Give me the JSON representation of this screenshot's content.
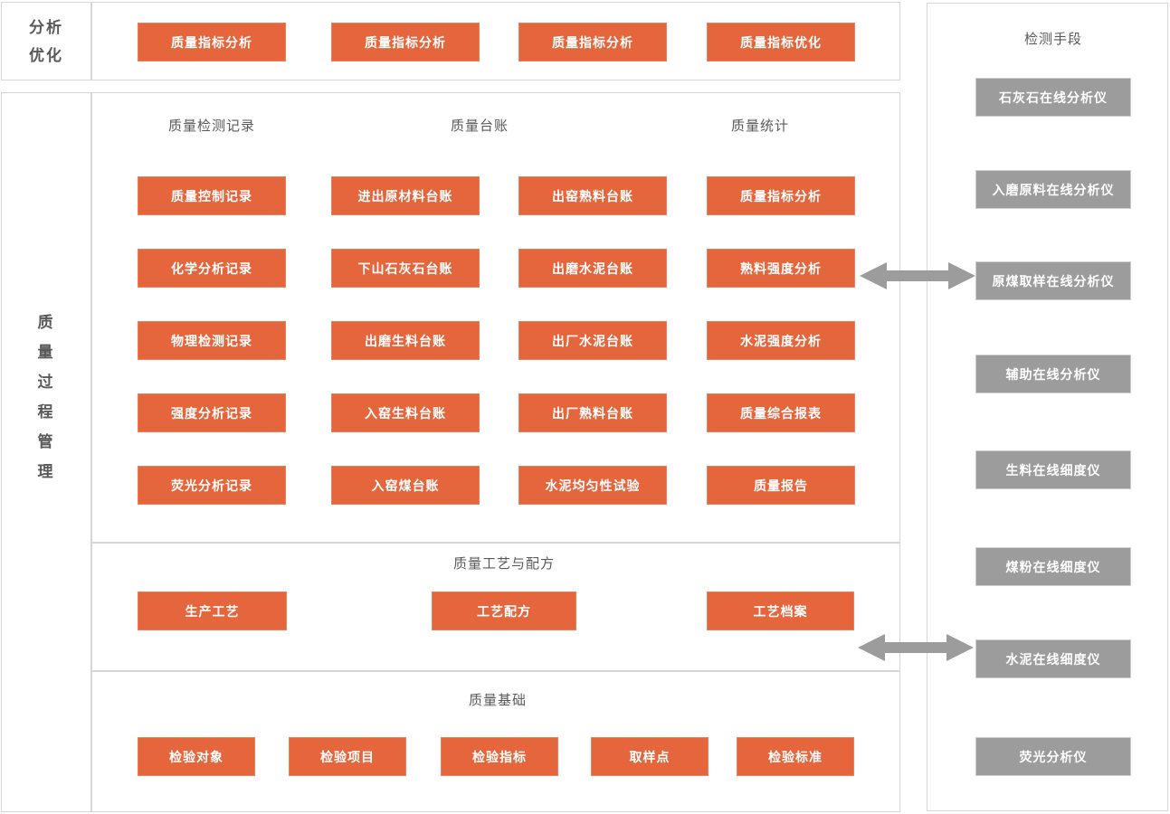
{
  "colors": {
    "accent_orange": "#e5663c",
    "instrument_gray": "#9c9c9c",
    "border_gray": "#d6d6d6",
    "arrow_gray": "#9c9c9c",
    "title_text": "#595959",
    "button_text": "#ffffff"
  },
  "top_band": {
    "side_label_lines": [
      "分析",
      "优化"
    ],
    "buttons": [
      "质量指标分析",
      "质量指标分析",
      "质量指标分析",
      "质量指标优化"
    ]
  },
  "left_sidebar": {
    "vertical_label_chars": [
      "质",
      "量",
      "过",
      "程",
      "管",
      "理"
    ]
  },
  "grid": {
    "headers": [
      "质量检测记录",
      "质量台账",
      "质量统计"
    ],
    "cols": [
      [
        "质量控制记录",
        "化学分析记录",
        "物理检测记录",
        "强度分析记录",
        "荧光分析记录"
      ],
      [
        "进出原材料台账",
        "下山石灰石台账",
        "出磨生料台账",
        "入窑生料台账",
        "入窑煤台账"
      ],
      [
        "出窑熟料台账",
        "出磨水泥台账",
        "出厂水泥台账",
        "出厂熟料台账",
        "水泥均匀性试验"
      ],
      [
        "质量指标分析",
        "熟料强度分析",
        "水泥强度分析",
        "质量综合报表",
        "质量报告"
      ]
    ]
  },
  "process": {
    "title": "质量工艺与配方",
    "buttons": [
      "生产工艺",
      "工艺配方",
      "工艺档案"
    ]
  },
  "base": {
    "title": "质量基础",
    "buttons": [
      "检验对象",
      "检验项目",
      "检验指标",
      "取样点",
      "检验标准"
    ]
  },
  "instruments": {
    "title": "检测手段",
    "buttons": [
      "石灰石在线分析仪",
      "入磨原料在线分析仪",
      "原煤取样在线分析仪",
      "辅助在线分析仪",
      "生料在线细度仪",
      "煤粉在线细度仪",
      "水泥在线细度仪",
      "荧光分析仪"
    ]
  }
}
